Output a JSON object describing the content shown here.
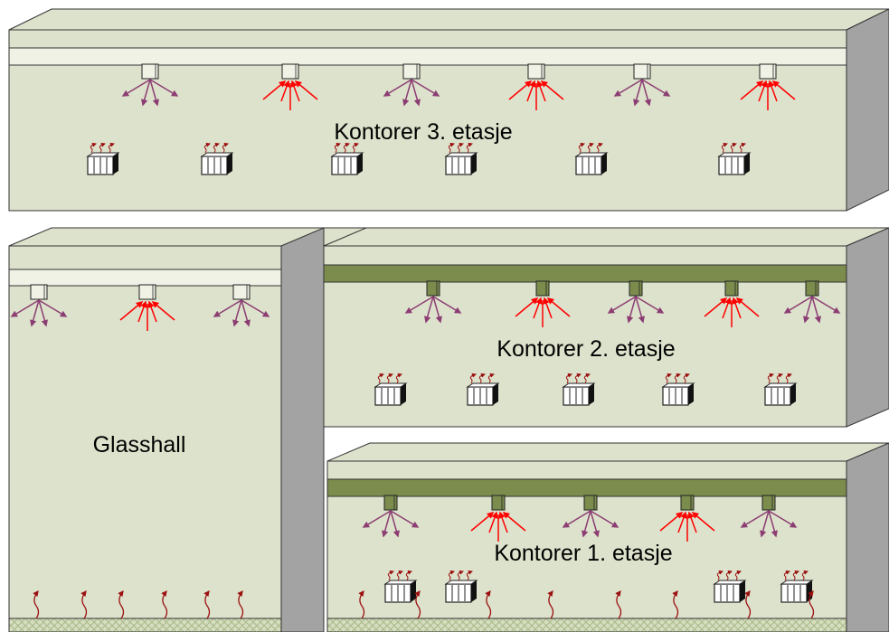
{
  "colors": {
    "room_fill": "#dde2cc",
    "side_fill": "#a3a3a3",
    "light_duct": "#f0f2e6",
    "dark_duct": "#7b8c4d",
    "supply_arrow": "#8c3d73",
    "extract_arrow": "#ff0000",
    "floor_hatch": "#c7d3ac",
    "heat_wave": "#9b1010",
    "outline": "#222222"
  },
  "rooms": [
    {
      "id": "k3",
      "label": "Kontorer 3. etasje",
      "duct": "light",
      "terminals": [
        "supply",
        "extract",
        "supply",
        "extract",
        "supply",
        "extract"
      ]
    },
    {
      "id": "glass",
      "label": "Glasshall",
      "duct": "light",
      "terminals": [
        "supply",
        "extract",
        "supply"
      ]
    },
    {
      "id": "k2",
      "label": "Kontorer 2. etasje",
      "duct": "dark",
      "terminals": [
        "supply",
        "extract",
        "supply",
        "extract",
        "supply"
      ]
    },
    {
      "id": "k1",
      "label": "Kontorer 1. etasje",
      "duct": "dark",
      "terminals": [
        "supply",
        "extract",
        "supply",
        "extract",
        "supply"
      ]
    }
  ],
  "icons": [
    "radiator-icon",
    "heating-cable-icon",
    "supply-diffuser-icon",
    "extract-grille-icon"
  ]
}
